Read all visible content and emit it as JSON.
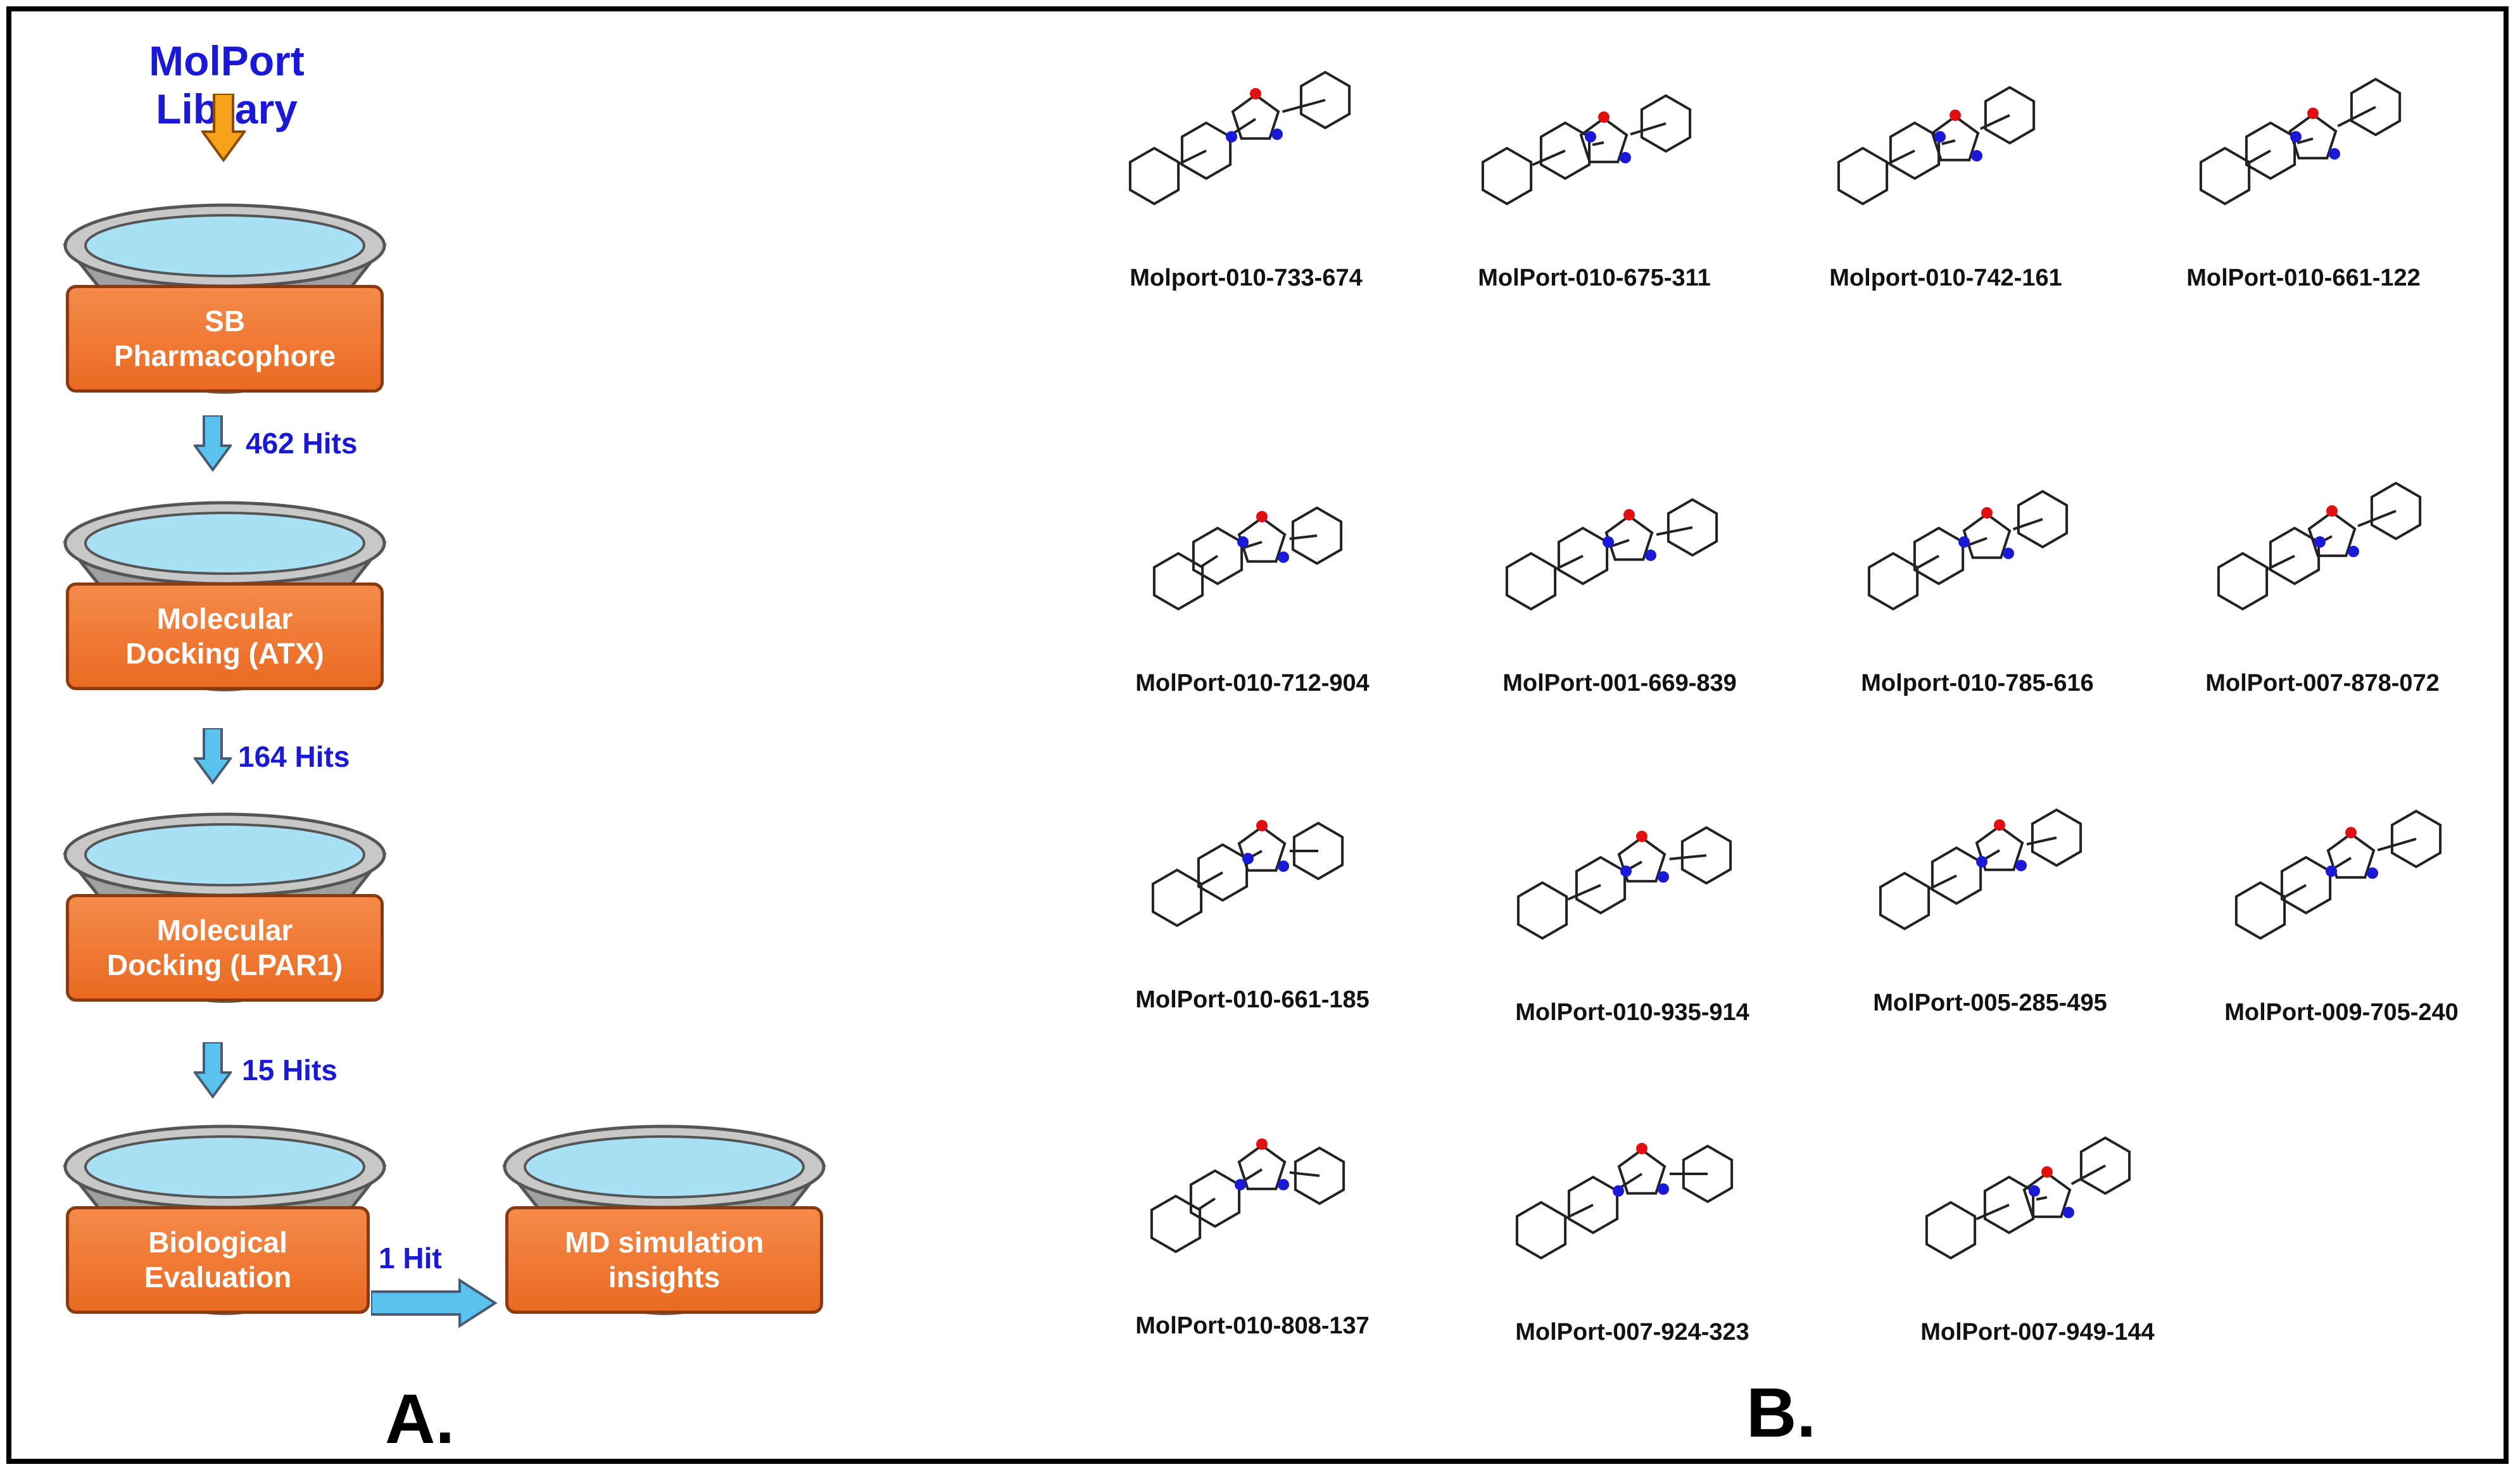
{
  "panel_a": {
    "source_label": "MolPort Library",
    "steps": [
      {
        "line1": "SB",
        "line2": "Pharmacophore"
      },
      {
        "line1": "Molecular",
        "line2": "Docking (ATX)"
      },
      {
        "line1": "Molecular",
        "line2": "Docking (LPAR1)"
      },
      {
        "line1": "Biological",
        "line2": "Evaluation"
      },
      {
        "line1": "MD simulation",
        "line2": "insights"
      }
    ],
    "hits": [
      "462 Hits",
      "164 Hits",
      "15 Hits",
      "1 Hit"
    ],
    "letter": "A."
  },
  "panel_b": {
    "letter": "B.",
    "compounds": [
      "Molport-010-733-674",
      "MolPort-010-675-311",
      "Molport-010-742-161",
      "MolPort-010-661-122",
      "MolPort-010-712-904",
      "MolPort-001-669-839",
      "Molport-010-785-616",
      "MolPort-007-878-072",
      "MolPort-010-661-185",
      "MolPort-010-935-914",
      "MolPort-005-285-495",
      "MolPort-009-705-240",
      "MolPort-010-808-137",
      "MolPort-007-924-323",
      "MolPort-007-949-144"
    ]
  },
  "colors": {
    "box": "#ea6a22",
    "basin": "#a8e0f5",
    "blue_text": "#1a1ad6",
    "arrow": "#59c2ee"
  }
}
